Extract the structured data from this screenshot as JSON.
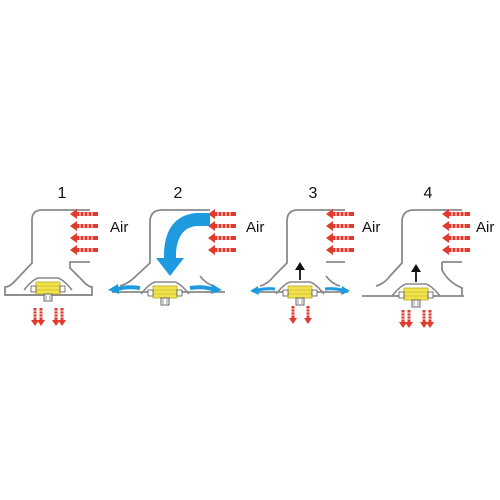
{
  "panels": [
    {
      "number": "1",
      "air_label": "Air"
    },
    {
      "number": "2",
      "air_label": "Air"
    },
    {
      "number": "3",
      "air_label": "Air"
    },
    {
      "number": "4",
      "air_label": "Air"
    }
  ],
  "colors": {
    "outline": "#8a8a8a",
    "air_arrow": "#e23b2e",
    "flow_arrow": "#1e9be0",
    "spring": "#f2e34a",
    "lift_arrow": "#111111"
  }
}
